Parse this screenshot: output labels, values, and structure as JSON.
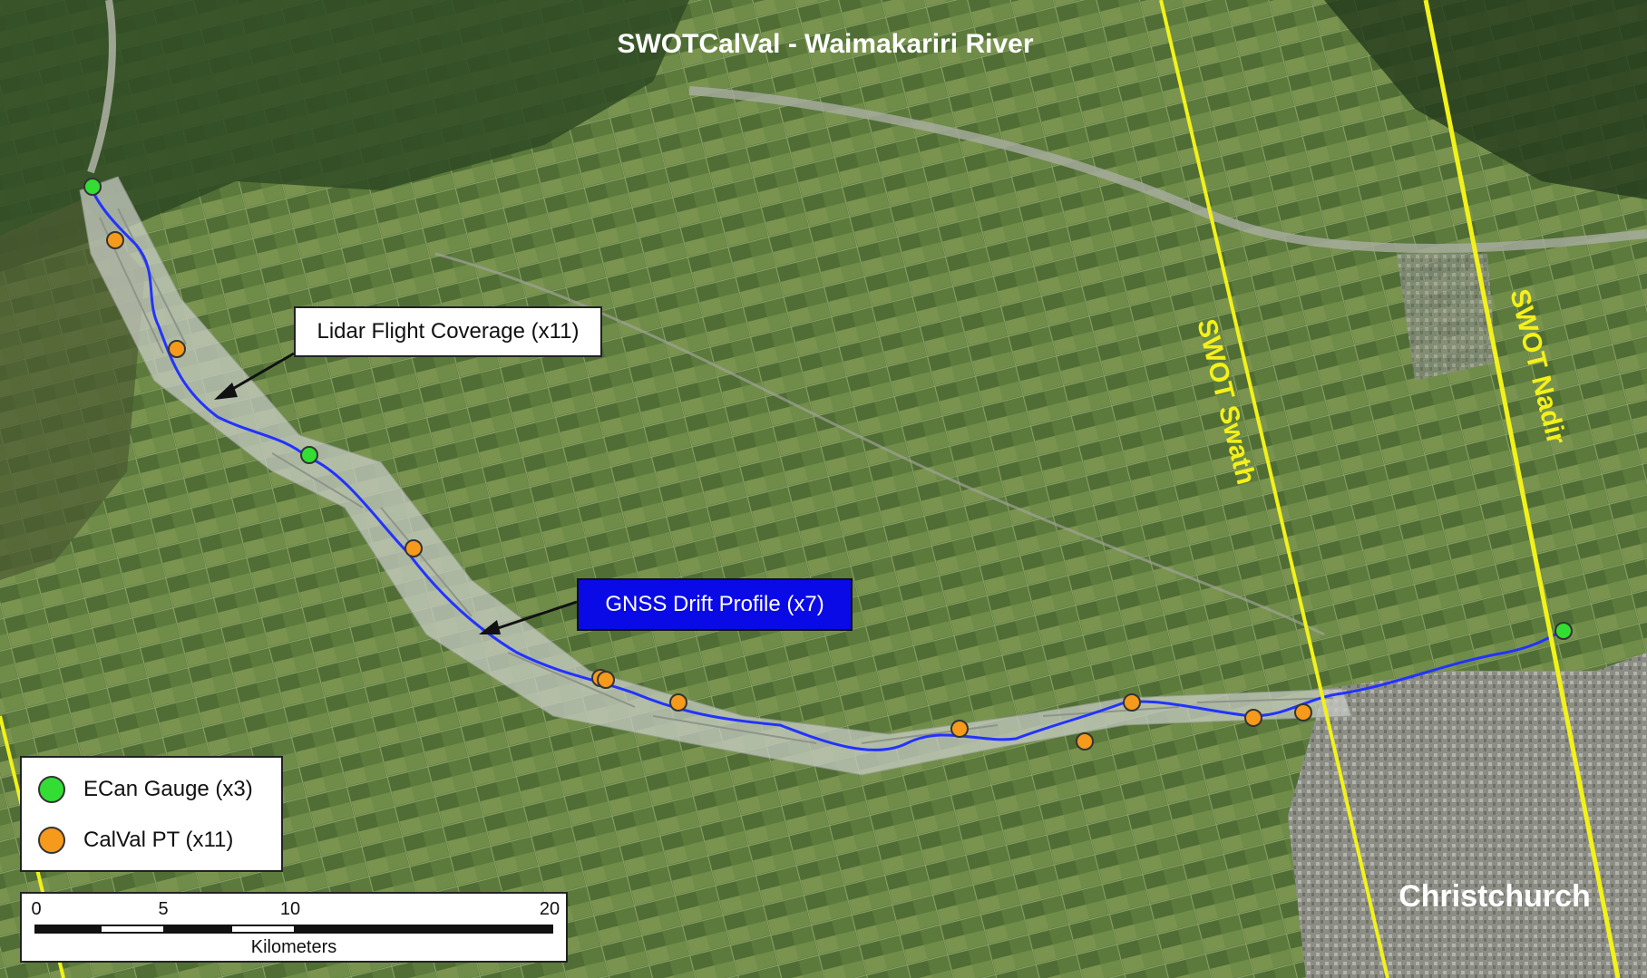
{
  "title": "SWOTCalVal - Waimakariri River",
  "labels": {
    "swath": "SWOT Swath",
    "nadir": "SWOT Nadir",
    "city": "Christchurch",
    "lidar_callout": "Lidar Flight Coverage (x11)",
    "gnss_callout": "GNSS Drift Profile (x7)"
  },
  "legend": {
    "items": [
      {
        "label": "ECan Gauge (x3)",
        "color": "#33dd33"
      },
      {
        "label": "CalVal PT (x11)",
        "color": "#f59a1b"
      }
    ]
  },
  "scale_bar": {
    "ticks": [
      "0",
      "5",
      "10",
      "20"
    ],
    "unit": "Kilometers"
  },
  "colors": {
    "swot_line": "#f2f21a",
    "river_profile": "#2233ff",
    "label_yellow": "#f4f01a"
  }
}
